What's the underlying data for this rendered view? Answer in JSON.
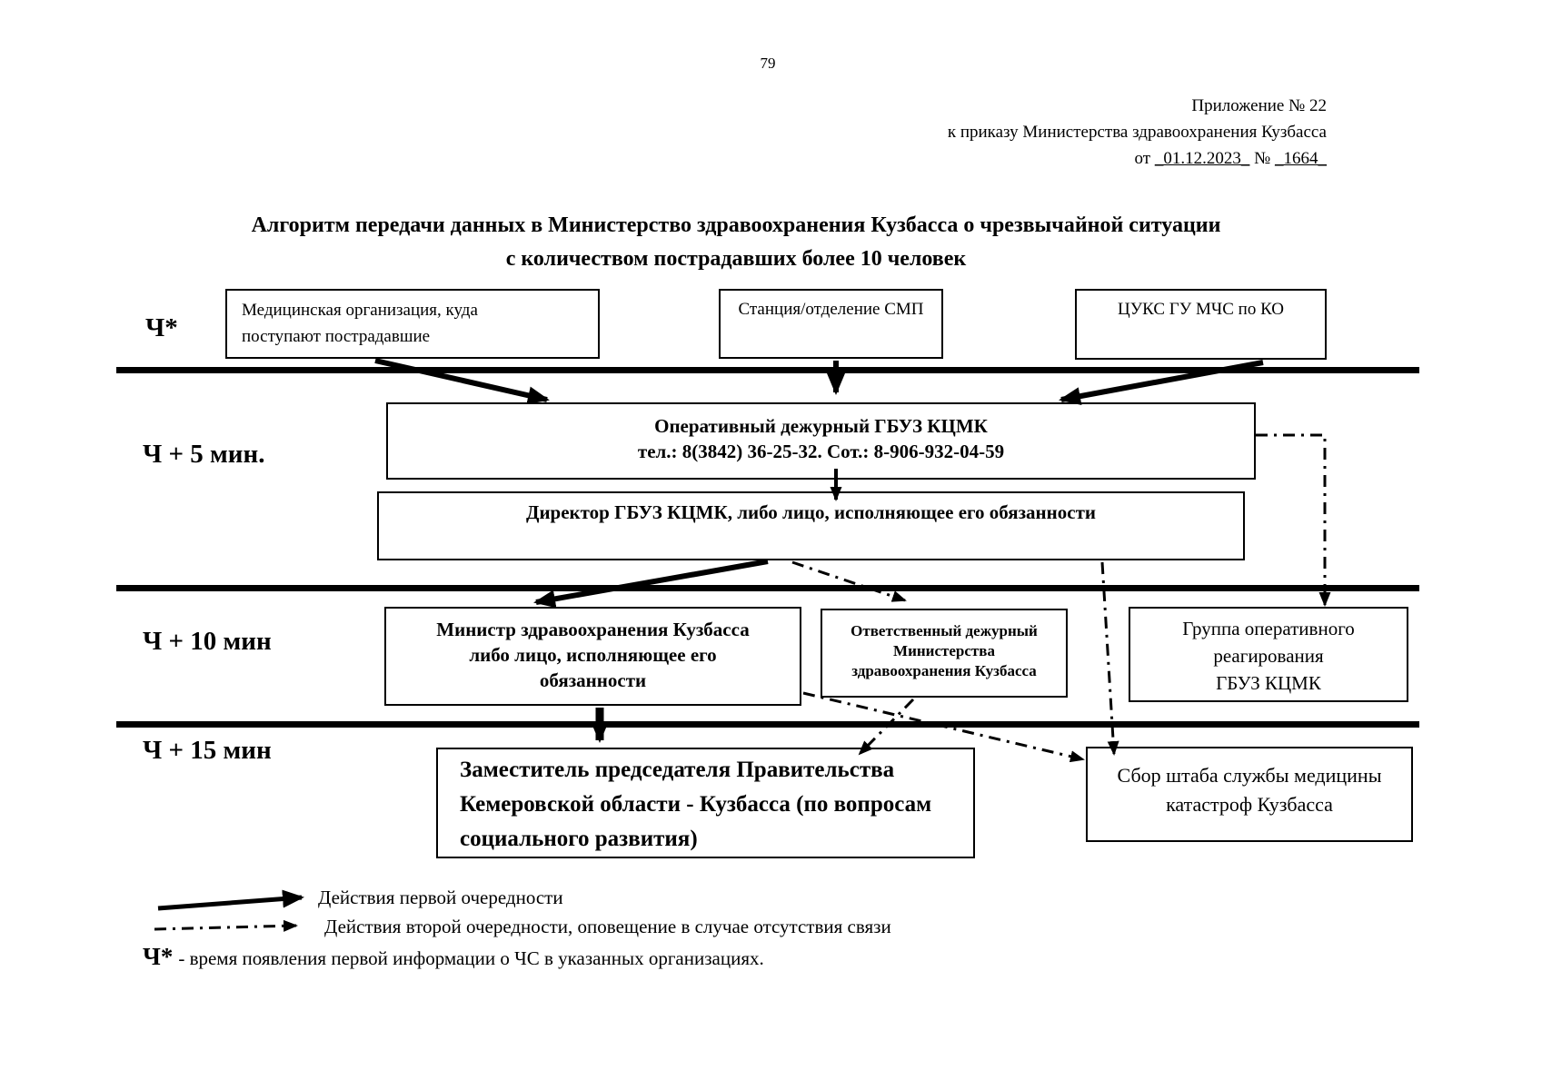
{
  "page": {
    "number": "79"
  },
  "header": {
    "line1": "Приложение № 22",
    "line2": "к приказу Министерства здравоохранения Кузбасса",
    "line3_prefix": "от",
    "line3_date": "_01.12.2023_",
    "line3_no_sign": "№",
    "line3_number": "_1664_"
  },
  "title": {
    "line1": "Алгоритм передачи данных в Министерство здравоохранения Кузбасса о чрезвычайной ситуации",
    "line2": "с количеством пострадавших более 10 человек"
  },
  "timeline": {
    "t0": "Ч*",
    "t5": "Ч + 5 мин.",
    "t10": "Ч + 10 мин",
    "t15": "Ч + 15 мин"
  },
  "boxes": {
    "medical_org": {
      "lines": [
        "Медицинская организация, куда",
        "поступают пострадавшие"
      ]
    },
    "smp_station": {
      "text": "Станция/отделение СМП"
    },
    "cuks_mchs": {
      "text": "ЦУКС ГУ МЧС по КО"
    },
    "operative_duty": {
      "lines": [
        "Оперативный дежурный ГБУЗ КЦМК",
        "тел.: 8(3842) 36-25-32. Сот.: 8-906-932-04-59"
      ]
    },
    "director": {
      "text": "Директор ГБУЗ КЦМК, либо лицо, исполняющее его обязанности"
    },
    "minister": {
      "lines": [
        "Министр здравоохранения Кузбасса",
        "либо лицо, исполняющее его",
        "обязанности"
      ]
    },
    "duty_officer": {
      "lines": [
        "Ответственный дежурный",
        "Министерства",
        "здравоохранения Кузбасса"
      ]
    },
    "response_group": {
      "lines": [
        "Группа оперативного",
        "реагирования",
        "ГБУЗ КЦМК"
      ]
    },
    "deputy_chairman": {
      "lines": [
        "Заместитель председателя Правительства",
        "Кемеровской области - Кузбасса (по вопросам",
        "социального развития)"
      ]
    },
    "hq_assembly": {
      "lines": [
        "Сбор штаба службы медицины",
        "катастроф Кузбасса"
      ]
    }
  },
  "legend": {
    "first_priority": "Действия первой очередности",
    "second_priority": "Действия второй очередности, оповещение в случае отсутствия связи",
    "footnote_symbol": "Ч*",
    "footnote_text": "- время появления первой информации о ЧС в указанных организациях."
  },
  "colors": {
    "ink": "#000000",
    "paper": "#ffffff"
  }
}
